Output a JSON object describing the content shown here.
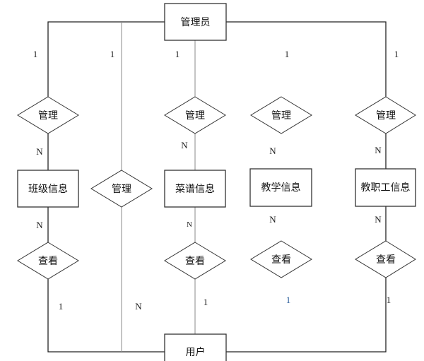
{
  "diagram": {
    "type": "er-diagram",
    "entities": {
      "admin": "管理员",
      "user": "用户",
      "class_info": "班级信息",
      "menu_info": "菜谱信息",
      "teaching_info": "教学信息",
      "staff_info": "教职工信息"
    },
    "relationships": {
      "manage_class": "管理",
      "manage_user": "管理",
      "manage_menu": "管理",
      "manage_teaching": "管理",
      "manage_staff": "管理",
      "view_class": "查看",
      "view_menu": "查看",
      "view_teaching": "查看",
      "view_staff": "查看"
    },
    "cardinalities": {
      "admin_class": "1",
      "admin_user": "1",
      "admin_menu": "1",
      "admin_teaching": "1",
      "admin_staff": "1",
      "manage_class_n": "N",
      "manage_menu_n": "N",
      "manage_teaching_n": "N",
      "manage_staff_n": "N",
      "class_view_n": "N",
      "menu_view_n": "N",
      "teaching_view_n": "N",
      "staff_view_n": "N",
      "view_class_user": "1",
      "manage_user_n": "N",
      "view_menu_user": "1",
      "view_teaching_user": "1",
      "view_staff_user": "1"
    },
    "colors": {
      "stroke": "#333333",
      "connector_gray": "#8a8a8a",
      "accent_blue_label": "#2a5d9a"
    }
  }
}
